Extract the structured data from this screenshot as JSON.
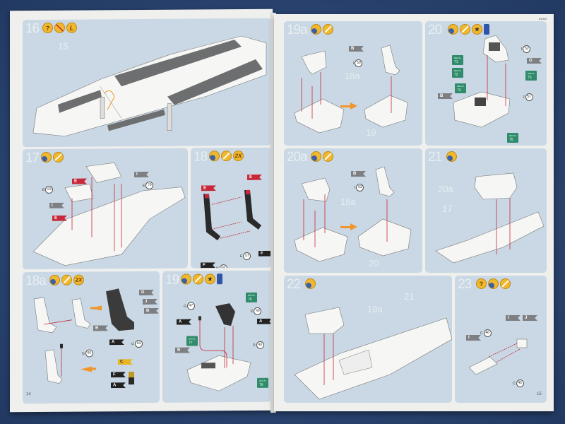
{
  "document": {
    "type": "model kit assembly instructions",
    "left_page": {
      "code": "04963",
      "page_number": "14"
    },
    "right_page": {
      "code": "04963",
      "page_number": "15"
    }
  },
  "steps": [
    {
      "id": "16",
      "icons": [
        "question-icon",
        "no-glue-icon",
        "left-icon"
      ],
      "icon_labels": [
        "?",
        "",
        "L"
      ],
      "refs": [
        "15"
      ],
      "parts": []
    },
    {
      "id": "17",
      "icons": [
        "glue-tube-icon",
        "glue-brush-icon"
      ],
      "refs": [],
      "parts": [
        {
          "kind": "flag",
          "color": "red",
          "label": "E"
        },
        {
          "kind": "flag",
          "color": "grey",
          "label": "I"
        },
        {
          "kind": "circle",
          "prefix": "E",
          "label": "83"
        },
        {
          "kind": "flag",
          "color": "grey",
          "label": "I"
        },
        {
          "kind": "flag",
          "color": "red",
          "label": "E"
        },
        {
          "kind": "circle",
          "prefix": "E",
          "label": "79"
        }
      ]
    },
    {
      "id": "18",
      "icons": [
        "glue-tube-icon",
        "glue-brush-icon",
        "repeat-icon"
      ],
      "icon_labels": [
        "",
        "",
        "2X"
      ],
      "refs": [],
      "parts": [
        {
          "kind": "flag",
          "color": "red",
          "label": "E"
        },
        {
          "kind": "flag",
          "color": "red",
          "label": "E"
        },
        {
          "kind": "flag",
          "color": "black",
          "label": "F"
        },
        {
          "kind": "circle",
          "prefix": "N",
          "label": "58"
        },
        {
          "kind": "circle",
          "prefix": "E",
          "label": "57"
        },
        {
          "kind": "flag",
          "color": "black",
          "label": "F"
        }
      ]
    },
    {
      "id": "18a",
      "icons": [
        "glue-tube-icon",
        "glue-brush-icon",
        "repeat-icon"
      ],
      "icon_labels": [
        "",
        "",
        "2X"
      ],
      "refs": [],
      "parts": [
        {
          "kind": "flag",
          "color": "grey",
          "label": "D"
        },
        {
          "kind": "flag",
          "color": "grey",
          "label": "J"
        },
        {
          "kind": "flag",
          "color": "grey",
          "label": "B"
        },
        {
          "kind": "flag",
          "color": "grey",
          "label": "B"
        },
        {
          "kind": "flag",
          "color": "black",
          "label": "A"
        },
        {
          "kind": "circle",
          "prefix": "G",
          "label": "59"
        },
        {
          "kind": "circle",
          "prefix": "G",
          "label": "60"
        },
        {
          "kind": "flag",
          "color": "yellow",
          "label": "C"
        },
        {
          "kind": "flag",
          "color": "black",
          "label": "F"
        },
        {
          "kind": "flag",
          "color": "black",
          "label": "A"
        }
      ]
    },
    {
      "id": "19",
      "icons": [
        "glue-tube-icon",
        "glue-brush-icon",
        "decal-icon",
        "paint-icon"
      ],
      "refs": [],
      "parts": [
        {
          "kind": "circle",
          "prefix": "G",
          "label": "47"
        },
        {
          "kind": "decal",
          "label": "76"
        },
        {
          "kind": "circle",
          "prefix": "E",
          "label": "49"
        },
        {
          "kind": "flag",
          "color": "black",
          "label": "A"
        },
        {
          "kind": "flag",
          "color": "black",
          "label": "A"
        },
        {
          "kind": "decal",
          "label": "77"
        },
        {
          "kind": "circle",
          "prefix": "D",
          "label": "48"
        },
        {
          "kind": "flag",
          "color": "grey",
          "label": "B"
        },
        {
          "kind": "decal",
          "label": "78"
        }
      ]
    },
    {
      "id": "19a",
      "icons": [
        "glue-tube-icon",
        "glue-brush-icon"
      ],
      "refs": [
        "18a",
        "19"
      ],
      "parts": [
        {
          "kind": "flag",
          "color": "grey",
          "label": "B"
        },
        {
          "kind": "circle",
          "prefix": "I",
          "label": "50"
        }
      ]
    },
    {
      "id": "20",
      "icons": [
        "glue-tube-icon",
        "glue-brush-icon",
        "decal-icon",
        "paint-icon"
      ],
      "refs": [],
      "parts": [
        {
          "kind": "circle",
          "prefix": "I",
          "label": "52"
        },
        {
          "kind": "decal",
          "label": "71"
        },
        {
          "kind": "flag",
          "color": "grey",
          "label": "G"
        },
        {
          "kind": "decal",
          "label": "72"
        },
        {
          "kind": "decal",
          "label": "73"
        },
        {
          "kind": "decal",
          "label": "74"
        },
        {
          "kind": "flag",
          "color": "grey",
          "label": "B"
        },
        {
          "kind": "circle",
          "prefix": "J",
          "label": "51"
        },
        {
          "kind": "decal",
          "label": "75"
        }
      ]
    },
    {
      "id": "20a",
      "icons": [
        "glue-tube-icon",
        "glue-brush-icon"
      ],
      "refs": [
        "18a",
        "20"
      ],
      "parts": [
        {
          "kind": "flag",
          "color": "grey",
          "label": "B"
        },
        {
          "kind": "circle",
          "prefix": "I",
          "label": "53"
        }
      ]
    },
    {
      "id": "21",
      "icons": [
        "glue-tube-icon"
      ],
      "refs": [
        "20a",
        "17"
      ],
      "parts": []
    },
    {
      "id": "22",
      "icons": [
        "glue-tube-icon"
      ],
      "refs": [
        "21",
        "19a"
      ],
      "parts": []
    },
    {
      "id": "23",
      "icons": [
        "question-icon",
        "glue-tube-icon",
        "glue-brush-icon"
      ],
      "icon_labels": [
        "?",
        "",
        ""
      ],
      "refs": [],
      "parts": [
        {
          "kind": "flag",
          "color": "grey",
          "label": "I"
        },
        {
          "kind": "flag",
          "color": "grey",
          "label": "J"
        },
        {
          "kind": "flag",
          "color": "grey",
          "label": "I"
        },
        {
          "kind": "circle",
          "prefix": "C",
          "label": "46"
        },
        {
          "kind": "circle",
          "prefix": "C",
          "label": "45"
        }
      ]
    }
  ],
  "decal_tag": "DECAL",
  "colors": {
    "panel": "#c9d8e4",
    "red_flag": "#c7293a",
    "grey_flag": "#7d7f82",
    "black_flag": "#222222",
    "icon_yellow": "#f1b82e",
    "decal_green": "#2f8b6b",
    "arrow_orange": "#f0962a",
    "arrow_red": "#c7293a",
    "background": "#2c4670"
  }
}
